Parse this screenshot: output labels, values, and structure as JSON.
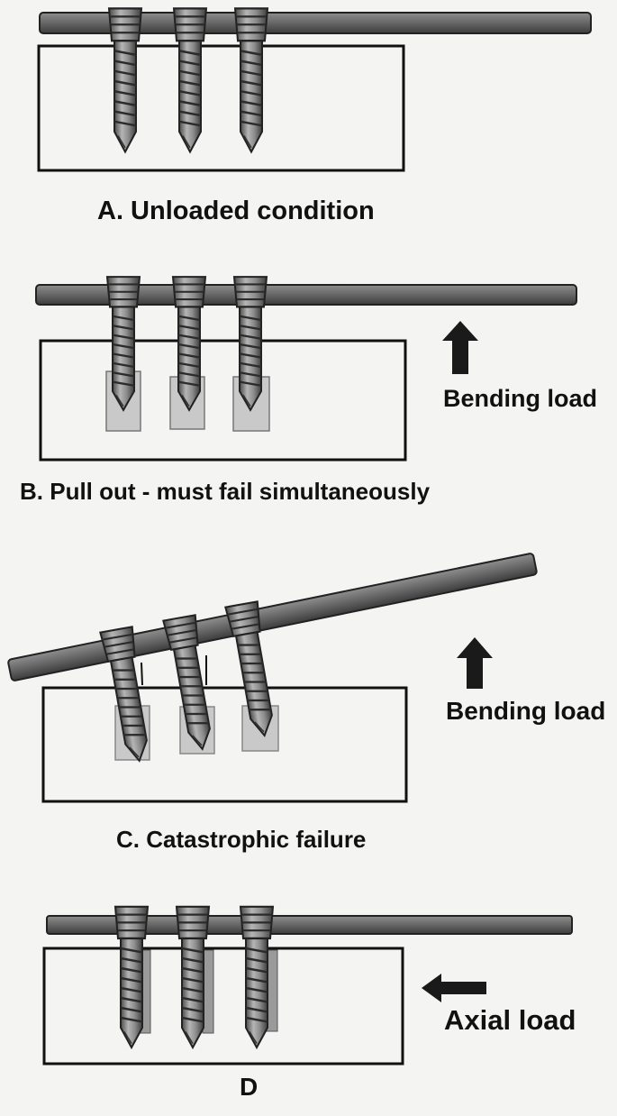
{
  "panels": {
    "a": {
      "caption": "A. Unloaded condition"
    },
    "b": {
      "caption": "B. Pull out - must fail simultaneously",
      "load_label": "Bending load"
    },
    "c": {
      "caption": "C. Catastrophic failure",
      "load_label": "Bending load"
    },
    "d": {
      "caption": "D",
      "load_label": "Axial load"
    }
  },
  "colors": {
    "ink": "#111111",
    "bar": "#6b6b6b",
    "screw": "#8a8a8a",
    "bone_shade": "#c9c9c9",
    "background": "#f4f4f2"
  }
}
